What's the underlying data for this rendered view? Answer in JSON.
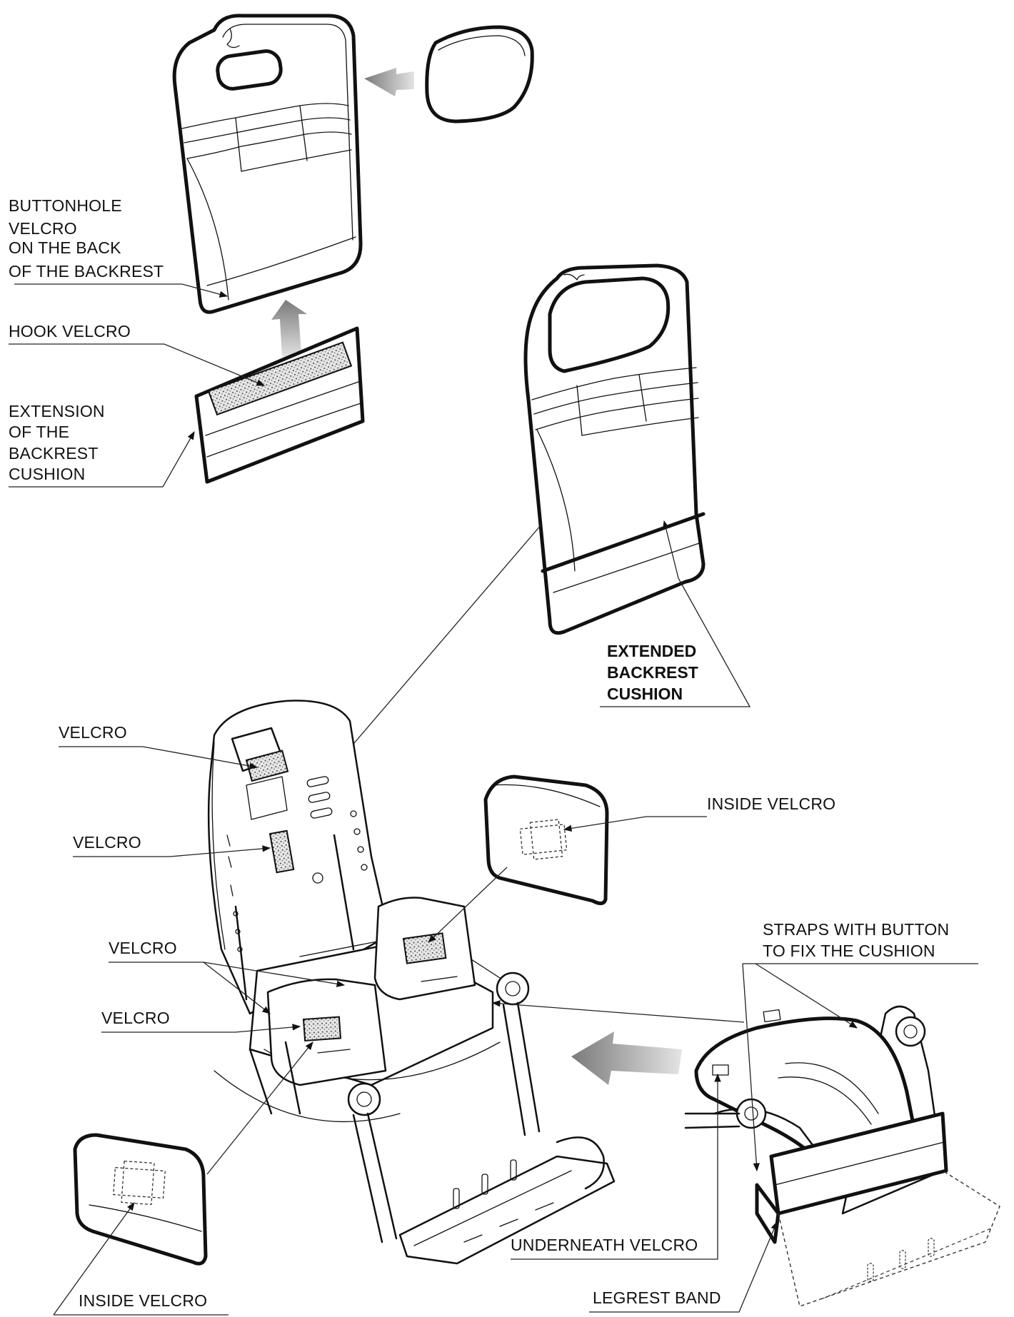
{
  "labels": {
    "buttonhole_velcro": [
      "BUTTONHOLE",
      "VELCRO",
      "ON THE BACK",
      "OF THE BACKREST"
    ],
    "hook_velcro": "HOOK VELCRO",
    "extension": [
      "EXTENSION",
      "OF THE",
      "BACKREST",
      "CUSHION"
    ],
    "extended_backrest": [
      "EXTENDED",
      "BACKREST",
      "CUSHION"
    ],
    "velcro_1": "VELCRO",
    "velcro_2": "VELCRO",
    "velcro_3": "VELCRO",
    "velcro_4": "VELCRO",
    "inside_velcro_top": "INSIDE VELCRO",
    "inside_velcro_bottom": "INSIDE VELCRO",
    "straps": [
      "STRAPS WITH BUTTON",
      "TO FIX THE CUSHION"
    ],
    "underneath_velcro": "UNDERNEATH VELCRO",
    "legrest_band": "LEGREST BAND"
  },
  "colors": {
    "ink": "#111111",
    "background": "#ffffff",
    "arrow_gray": "#8a8a8a"
  }
}
